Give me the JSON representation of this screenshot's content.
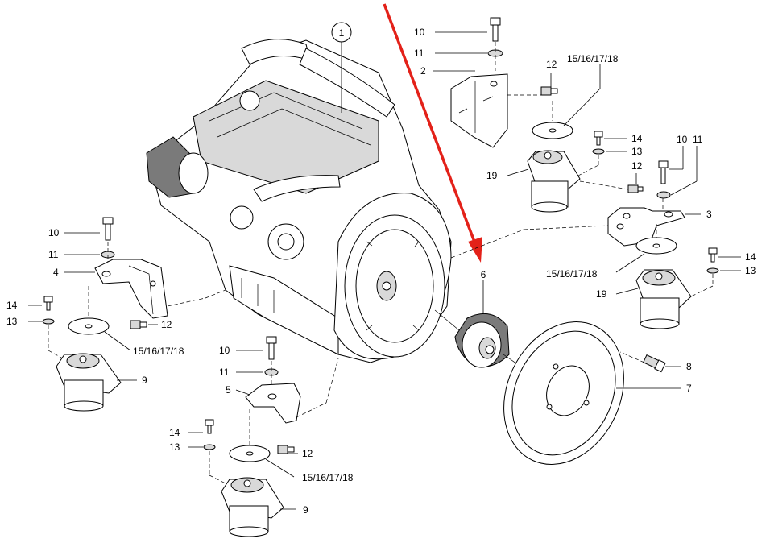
{
  "callouts": {
    "engine": "1",
    "bracket_top": "2",
    "bracket_right": "3",
    "bracket_left": "4",
    "bracket_bottom": "5",
    "coupling": "6",
    "flex_plate": "7",
    "flex_bolt": "8",
    "mount_left": "9",
    "mount_bottom": "9",
    "bolt10_top": "10",
    "bolt10_right": "10",
    "bolt10_left": "10",
    "bolt10_bottom": "10",
    "washer11_top": "11",
    "washer11_right": "11",
    "washer11_left": "11",
    "washer11_bottom": "11",
    "bolt12_top": "12",
    "bolt12_right": "12",
    "bolt12_left": "12",
    "bolt12_bottom": "12",
    "washer13_right_top": "13",
    "washer13_right_bottom": "13",
    "washer13_left": "13",
    "washer13_bottom": "13",
    "bolt14_right_top": "14",
    "bolt14_right_bottom": "14",
    "bolt14_left": "14",
    "bolt14_bottom": "14",
    "pad_top": "15/16/17/18",
    "pad_right": "15/16/17/18",
    "pad_left": "15/16/17/18",
    "pad_bottom": "15/16/17/18",
    "mount_right_top": "19",
    "mount_right_bottom": "19"
  },
  "colors": {
    "arrow": "#e32119",
    "line": "#000000",
    "shade": "#d9d9d9"
  }
}
